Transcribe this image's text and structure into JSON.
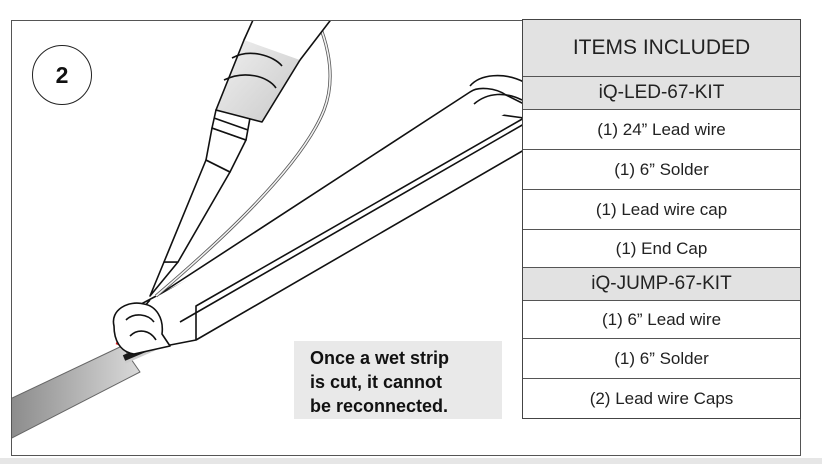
{
  "step": {
    "number": "2"
  },
  "note": {
    "lines": [
      "Once a wet strip",
      "is cut, it cannot",
      "be reconnected."
    ]
  },
  "items_table": {
    "title": "ITEMS INCLUDED",
    "kits": [
      {
        "name": "iQ-LED-67-KIT",
        "items": [
          "(1) 24” Lead wire",
          "(1) 6” Solder",
          "(1) Lead wire cap",
          "(1) End Cap"
        ]
      },
      {
        "name": "iQ-JUMP-67-KIT",
        "items": [
          "(1) 6” Lead wire",
          "(1) 6” Solder",
          "(2) Lead wire Caps"
        ]
      }
    ]
  },
  "colors": {
    "wire_red": "#e02020",
    "wire_black": "#1a1a1a",
    "note_bg": "#e9e9e9",
    "header_bg": "#e2e2e2"
  }
}
